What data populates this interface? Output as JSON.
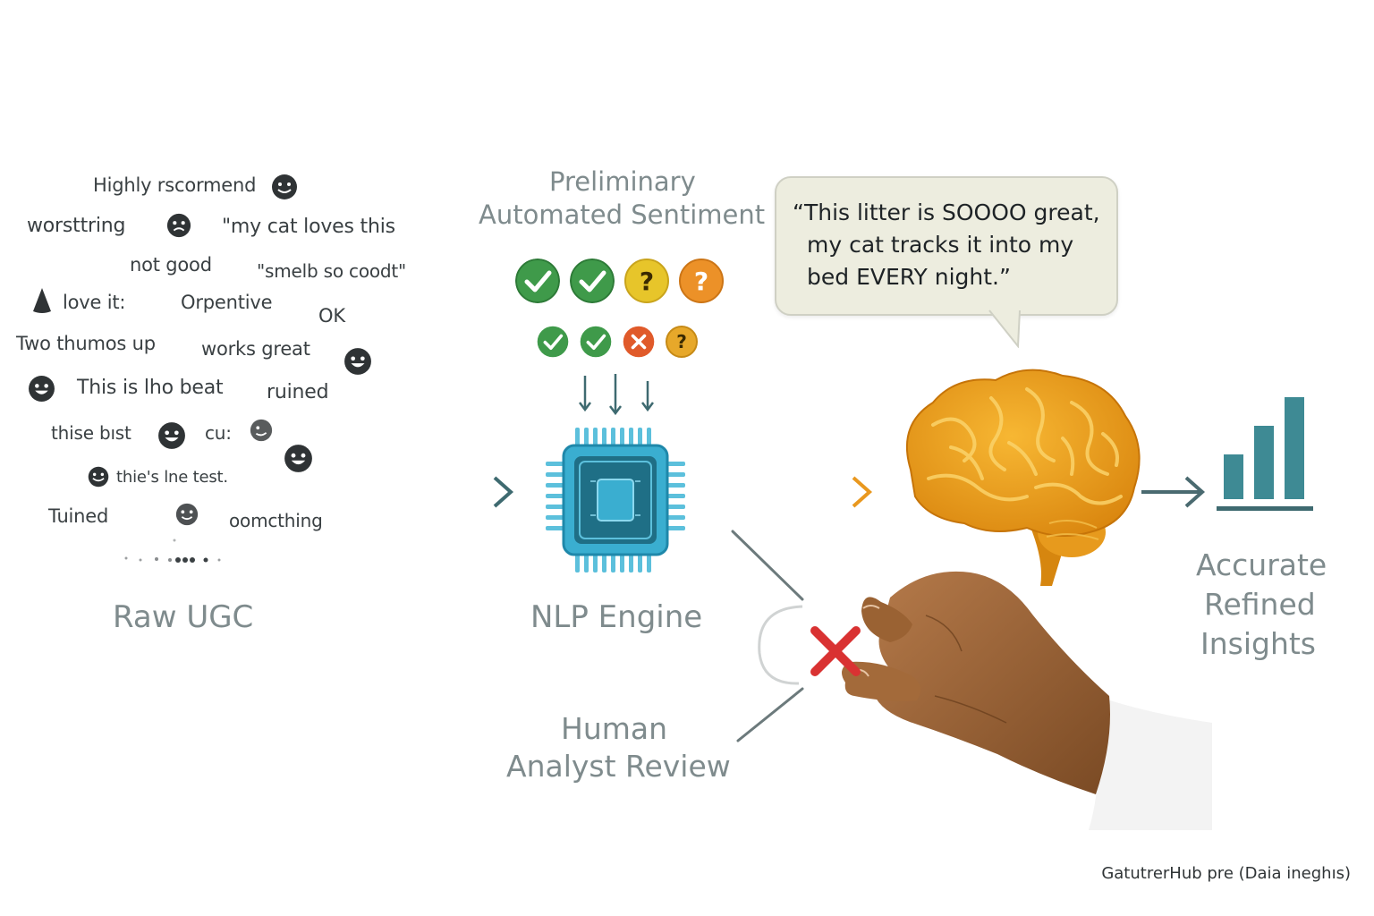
{
  "ugc_phrases": [
    {
      "text": "Highly rscormend"
    },
    {
      "text": "worsttring"
    },
    {
      "text": "\"my cat loves  this"
    },
    {
      "text": "not good"
    },
    {
      "text": "\"smelb so coodt\""
    },
    {
      "text": "love it:"
    },
    {
      "text": "Orpentive"
    },
    {
      "text": "OK"
    },
    {
      "text": "Two thumos up"
    },
    {
      "text": "works great"
    },
    {
      "text": "This is lho beat"
    },
    {
      "text": "ruined"
    },
    {
      "text": "thise bıst"
    },
    {
      "text": "cu:"
    },
    {
      "text": "thie's lne test."
    },
    {
      "text": "Tuined"
    },
    {
      "text": "oomcthing"
    }
  ],
  "stages": {
    "raw_ugc": "Raw UGC",
    "preliminary_line1": "Preliminary",
    "preliminary_line2": "Automated Sentiment",
    "nlp_engine": "NLP Engine",
    "human_line1": "Human",
    "human_line2": "Analyst Review",
    "accurate_line1": "Accurate",
    "accurate_line2": "Refined",
    "accurate_line3": "Insights"
  },
  "sentiment_badges": {
    "row1": [
      {
        "kind": "check",
        "color": "#3f9a4a"
      },
      {
        "kind": "check",
        "color": "#3f9a4a"
      },
      {
        "kind": "question",
        "symbol": "?",
        "color": "#e7c52a"
      },
      {
        "kind": "question",
        "symbol": "?",
        "color": "#ec9128"
      }
    ],
    "row2": [
      {
        "kind": "check",
        "color": "#3f9a4a"
      },
      {
        "kind": "check",
        "color": "#3f9a4a"
      },
      {
        "kind": "cross",
        "color": "#e05a2a"
      },
      {
        "kind": "question",
        "symbol": "?",
        "color": "#e7a82a"
      }
    ]
  },
  "quote": {
    "line1": "“This litter is SOOOO great,",
    "line2": "my cat tracks it into my",
    "line3": "bed EVERY night.”"
  },
  "colors": {
    "chip": "#2a9fc2",
    "brain": "#f0a21c",
    "bars": "#3e8a94",
    "reject": "#d93232",
    "arrow": "#4a6a70"
  },
  "icons": [
    "emoji-icon",
    "chip-icon",
    "brain-icon",
    "bar-chart-icon",
    "hand-icon",
    "reject-x-icon",
    "down-arrow-icon",
    "right-arrow-icon",
    "speech-bubble-icon"
  ],
  "footer": "GatutrerHub pre  (Daia ineghıs)"
}
